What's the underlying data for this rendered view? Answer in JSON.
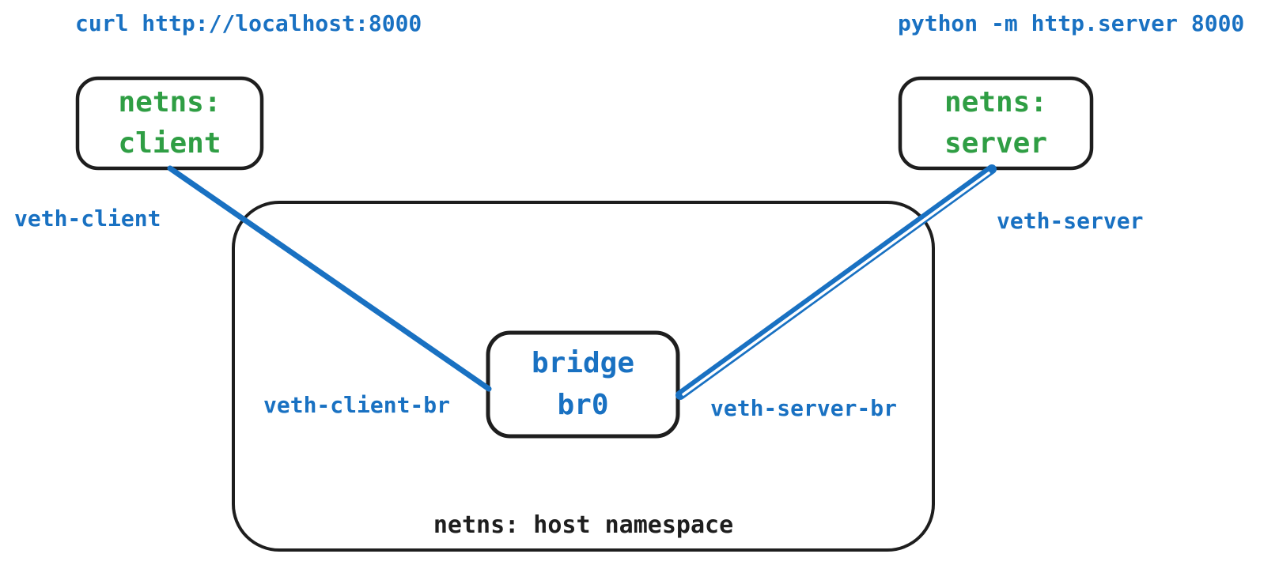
{
  "diagram": {
    "commands": {
      "client": "curl http://localhost:8000",
      "server": "python -m http.server 8000"
    },
    "nodes": {
      "client": {
        "title": "netns:",
        "name": "client"
      },
      "server": {
        "title": "netns:",
        "name": "server"
      },
      "bridge": {
        "title": "bridge",
        "name": "br0"
      },
      "host": {
        "label": "netns: host namespace"
      }
    },
    "interfaces": {
      "veth_client": "veth-client",
      "veth_server": "veth-server",
      "veth_client_br": "veth-client-br",
      "veth_server_br": "veth-server-br"
    },
    "colors": {
      "accent_blue": "#1971c2",
      "accent_green": "#2f9e44",
      "stroke_black": "#1e1e1e",
      "background": "#ffffff"
    }
  }
}
